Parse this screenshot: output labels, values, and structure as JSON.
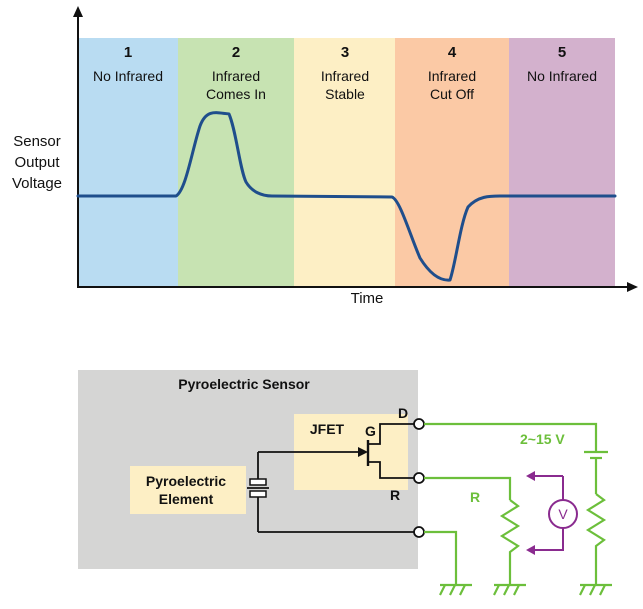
{
  "chart": {
    "y_label_lines": [
      "Sensor",
      "Output",
      "Voltage"
    ],
    "x_label": "Time",
    "zones": [
      {
        "num": "1",
        "lines": [
          "No Infrared"
        ],
        "color": "#b9dcf2"
      },
      {
        "num": "2",
        "lines": [
          "Infrared",
          "Comes In"
        ],
        "color": "#c7e3b2"
      },
      {
        "num": "3",
        "lines": [
          "Infrared",
          "Stable"
        ],
        "color": "#fdefc5"
      },
      {
        "num": "4",
        "lines": [
          "Infrared",
          "Cut Off"
        ],
        "color": "#fbc9a5"
      },
      {
        "num": "5",
        "lines": [
          "No Infrared"
        ],
        "color": "#d3b1cd"
      }
    ],
    "curve_color": "#1f4e8c"
  },
  "circuit": {
    "sensor_title": "Pyroelectric Sensor",
    "jfet_label": "JFET",
    "element_lines": [
      "Pyroelectric",
      "Element"
    ],
    "pin_d": "D",
    "pin_g": "G",
    "pin_r": "R",
    "resistor_label": "R",
    "supply_label": "2~15 V",
    "meter_label": "V",
    "colors": {
      "panel": "#d5d5d4",
      "box": "#fdefc5",
      "wire_out": "#6cbf3b",
      "meter": "#8a2b8f"
    }
  }
}
